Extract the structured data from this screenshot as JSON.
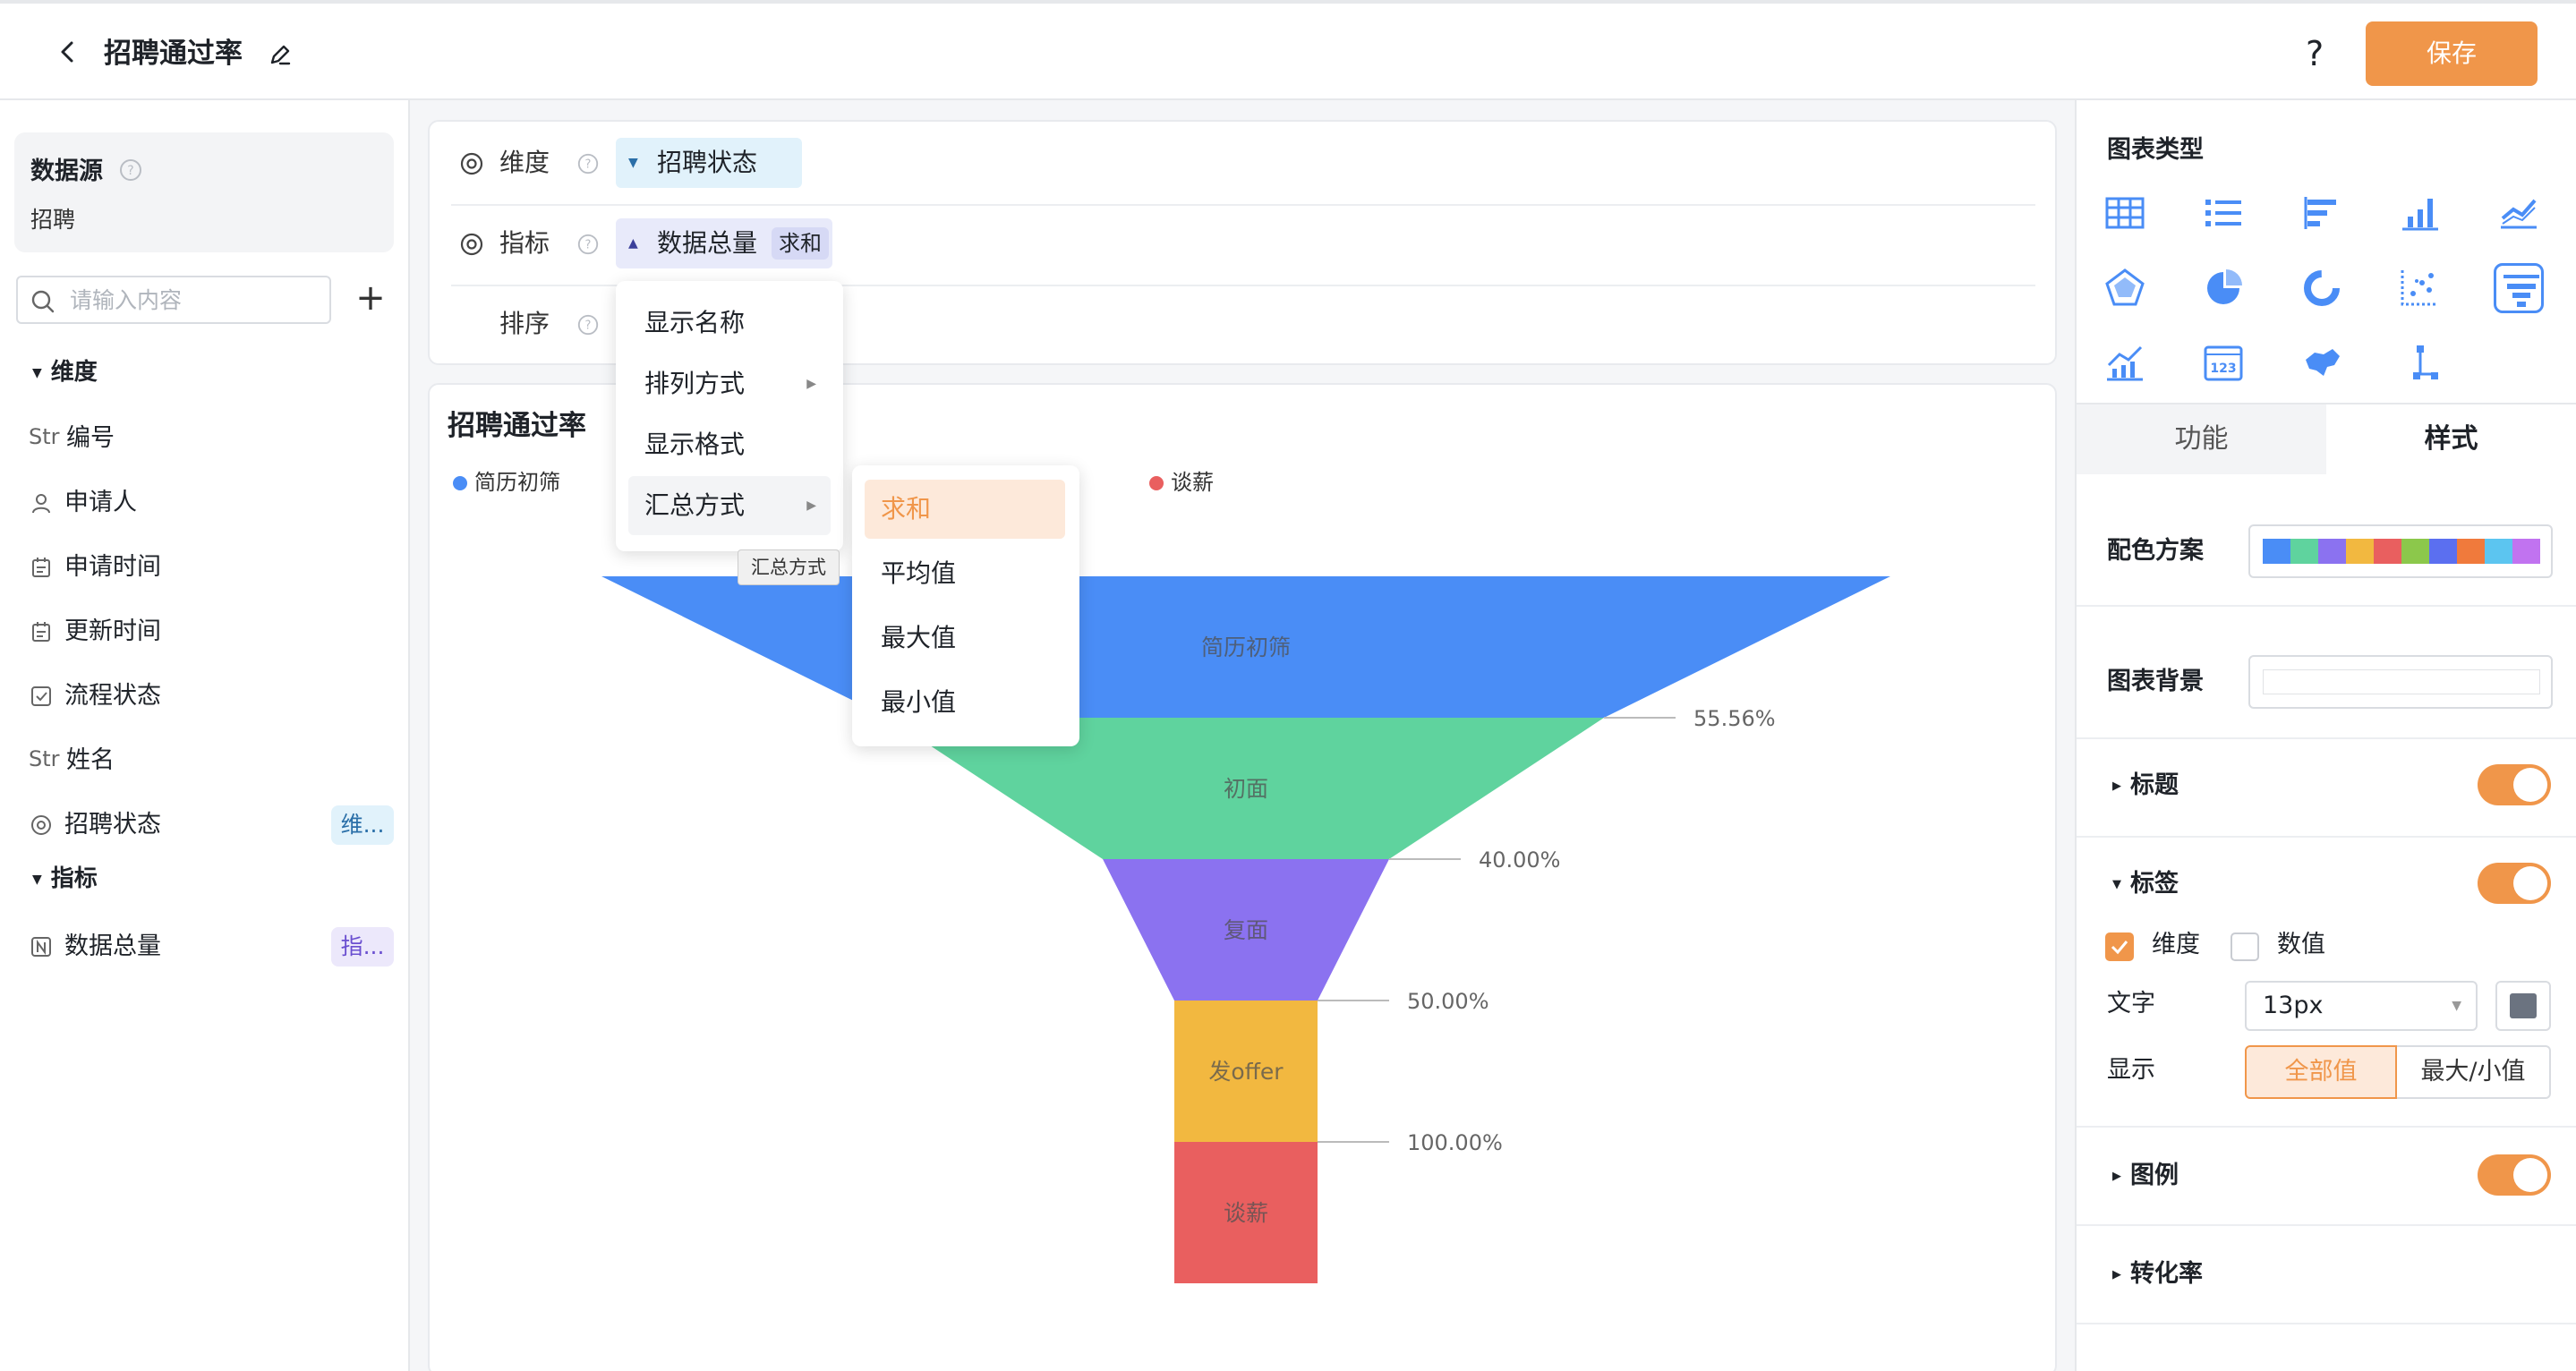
{
  "header": {
    "title": "招聘通过率",
    "help": "?",
    "save_label": "保存"
  },
  "left": {
    "datasource_title": "数据源",
    "datasource_value": "招聘",
    "search_placeholder": "请输入内容",
    "add_label": "+",
    "dimension_section": "维度",
    "metric_section": "指标",
    "fields": [
      {
        "icon": "string-type-icon",
        "type_text": "Str",
        "name": "编号"
      },
      {
        "icon": "person-icon",
        "name": "申请人"
      },
      {
        "icon": "calendar-icon",
        "name": "申请时间"
      },
      {
        "icon": "calendar-icon",
        "name": "更新时间"
      },
      {
        "icon": "checkbox-icon",
        "name": "流程状态"
      },
      {
        "icon": "string-type-icon",
        "type_text": "Str",
        "name": "姓名"
      },
      {
        "icon": "target-icon",
        "name": "招聘状态",
        "badge": "维..."
      }
    ],
    "metric_fields": [
      {
        "icon": "number-type-icon",
        "name": "数据总量",
        "badge": "指..."
      }
    ]
  },
  "config": {
    "dimension_label": "维度",
    "metric_label": "指标",
    "sort_label": "排序",
    "dimension_value": "招聘状态",
    "metric_value": "数据总量",
    "metric_agg": "求和"
  },
  "menu": {
    "items": [
      "显示名称",
      "排列方式",
      "显示格式",
      "汇总方式"
    ],
    "tooltip": "汇总方式",
    "submenu": [
      "求和",
      "平均值",
      "最大值",
      "最小值"
    ]
  },
  "chart_data": {
    "type": "funnel",
    "title": "招聘通过率",
    "categories": [
      "简历初筛",
      "初面",
      "复面",
      "发offer",
      "谈薪"
    ],
    "values": [
      100,
      55.56,
      22.22,
      11.11,
      11.11
    ],
    "conversion_rates": [
      "55.56%",
      "40.00%",
      "50.00%",
      "100.00%"
    ],
    "colors": [
      "#4a8df6",
      "#5fd39e",
      "#8b72f0",
      "#f2b840",
      "#e95f5f"
    ],
    "legend_visible": [
      "简历初筛",
      "谈薪"
    ],
    "legend_position": "top-left"
  },
  "right": {
    "chart_type_title": "图表类型",
    "chart_types": [
      "table-icon",
      "list-icon",
      "bar-horizontal-icon",
      "bar-chart-icon",
      "line-chart-icon",
      "radar-icon",
      "pie-chart-icon",
      "donut-chart-icon",
      "scatter-icon",
      "funnel-icon",
      "combo-chart-icon",
      "number-card-icon",
      "map-icon",
      "tree-icon"
    ],
    "selected_chart_type": "funnel-icon",
    "tab_function": "功能",
    "tab_style": "样式",
    "palette_label": "配色方案",
    "palette": [
      "#4a8df6",
      "#5fd39e",
      "#8b72f0",
      "#f2b840",
      "#e95f5f",
      "#8cc84b",
      "#5b6ff0",
      "#f07a3c",
      "#5cc5f0",
      "#c173f0"
    ],
    "bg_label": "图表背景",
    "title_section": "标题",
    "label_section": "标签",
    "label_dimension": "维度",
    "label_value": "数值",
    "text_label": "文字",
    "font_size": "13px",
    "display_label": "显示",
    "display_all": "全部值",
    "display_minmax": "最大/小值",
    "legend_section": "图例",
    "conversion_section": "转化率"
  }
}
